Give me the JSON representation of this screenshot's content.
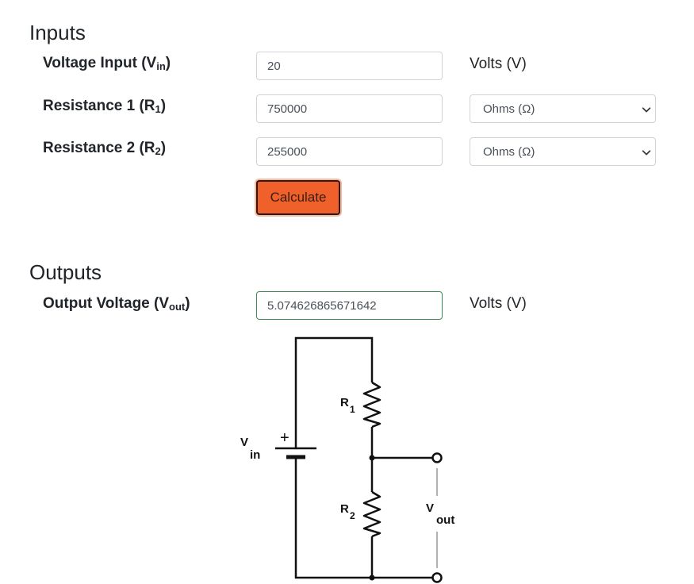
{
  "inputs": {
    "title": "Inputs",
    "vin": {
      "label_main": "Voltage Input (V",
      "label_sub": "in",
      "label_end": ")",
      "value": "20",
      "unit": "Volts (V)"
    },
    "r1": {
      "label_main": "Resistance 1 (R",
      "label_sub": "1",
      "label_end": ")",
      "value": "750000",
      "unit_selected": "Ohms (Ω)"
    },
    "r2": {
      "label_main": "Resistance 2 (R",
      "label_sub": "2",
      "label_end": ")",
      "value": "255000",
      "unit_selected": "Ohms (Ω)"
    },
    "calculate_label": "Calculate"
  },
  "outputs": {
    "title": "Outputs",
    "vout": {
      "label_main": "Output Voltage (V",
      "label_sub": "out",
      "label_end": ")",
      "value": "5.074626865671642",
      "unit": "Volts (V)"
    }
  },
  "circuit": {
    "vin_label": "V",
    "vin_sub": "in",
    "plus": "+",
    "r1_label": "R",
    "r1_sub": "1",
    "r2_label": "R",
    "r2_sub": "2",
    "vout_label": "V",
    "vout_sub": "out"
  },
  "icons": {
    "select_chevron": "chevron-down-icon"
  }
}
